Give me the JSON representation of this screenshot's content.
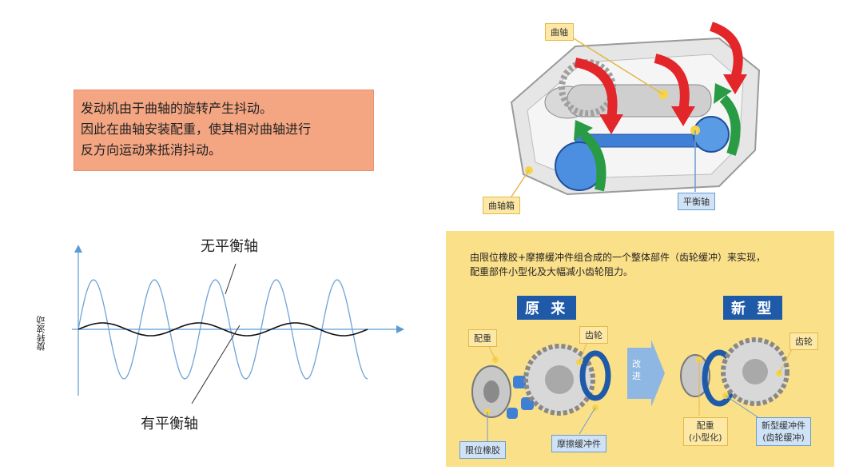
{
  "note": {
    "lines": [
      "发动机由于曲轴的旋转产生抖动。",
      "因此在曲轴安装配重，使其相对曲轴进行",
      "反方向运动来抵消抖动。"
    ]
  },
  "engine": {
    "crankshaft_label": "曲轴",
    "crankcase_label": "曲轴箱",
    "balancer_label": "平衡轴"
  },
  "wave_chart": {
    "y_axis_label": "旋转波动",
    "without_label": "无平衡轴",
    "with_label": "有平衡轴"
  },
  "panel": {
    "description": "由限位橡胶+摩擦缓冲件组合成的一个整体部件（齿轮缓冲）来实现，配重部件小型化及大幅减小齿轮阻力。",
    "old_title": "原 来",
    "new_title": "新 型",
    "improve_label_1": "改",
    "improve_label_2": "进",
    "old_weight": "配重",
    "old_gear": "齿轮",
    "old_rubber": "限位橡胶",
    "old_friction": "摩擦缓冲件",
    "new_gear": "齿轮",
    "new_weight_1": "配重",
    "new_weight_2": "(小型化)",
    "new_damper_1": "新型缓冲件",
    "new_damper_2": "(齿轮缓冲)"
  },
  "colors": {
    "note_bg": "#f4a582",
    "panel_bg": "#fbe08a",
    "title_bg": "#1f5aa8",
    "wave_blue": "#6ea3d8",
    "arrow_red": "#e3262a",
    "arrow_green": "#2a9b45"
  }
}
